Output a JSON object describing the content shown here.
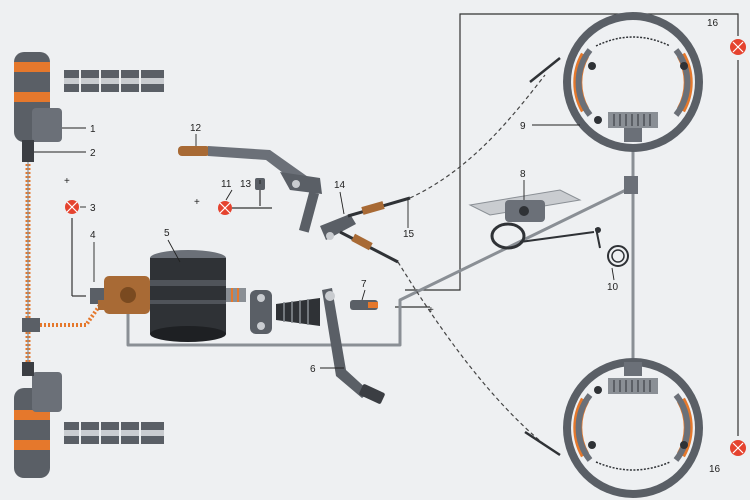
{
  "labels": {
    "l1": "1",
    "l2": "2",
    "l3": "3",
    "l4": "4",
    "l5": "5",
    "l6": "6",
    "l7": "7",
    "l8": "8",
    "l9": "9",
    "l10": "10",
    "l11": "11",
    "l12": "12",
    "l13": "13",
    "l14": "14",
    "l15": "15",
    "l16a": "16",
    "l16b": "16"
  },
  "signs": {
    "plus3": "+",
    "plus11": "+",
    "plus7": "+"
  },
  "colors": {
    "background": "#eef0f2",
    "metal": "#5a5f66",
    "metal_dark": "#2f3236",
    "metal_light": "#c9ccd0",
    "lining_orange": "#e5782c",
    "wire": "#333333",
    "lamp_red": "#e5432f",
    "caliper_brown": "#a86a35"
  }
}
